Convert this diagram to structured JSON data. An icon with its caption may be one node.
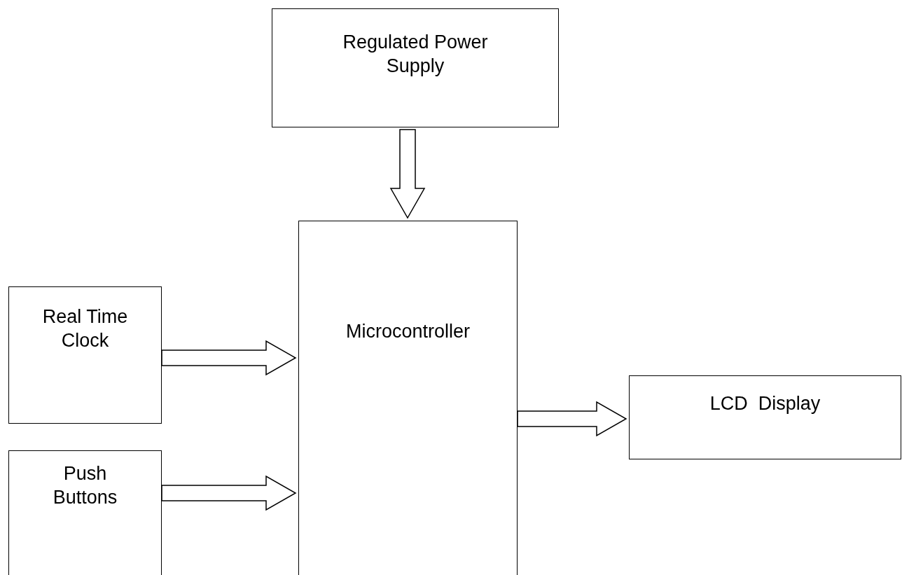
{
  "diagram": {
    "nodes": [
      {
        "text": [
          "Regulated Power Supply"
        ]
      },
      {
        "text": [
          "Microcontroller"
        ]
      },
      {
        "text": [
          "Real Time Clock"
        ]
      },
      {
        "text": [
          "Push Buttons"
        ]
      },
      {
        "text": [
          "LCD  Display"
        ]
      }
    ],
    "edges": [
      {
        "from": 0,
        "to": 1,
        "arrow": "to"
      },
      {
        "from": 2,
        "to": 1,
        "arrow": "to"
      },
      {
        "from": 3,
        "to": 1,
        "arrow": "to"
      },
      {
        "from": 1,
        "to": 4,
        "arrow": "to"
      }
    ]
  }
}
